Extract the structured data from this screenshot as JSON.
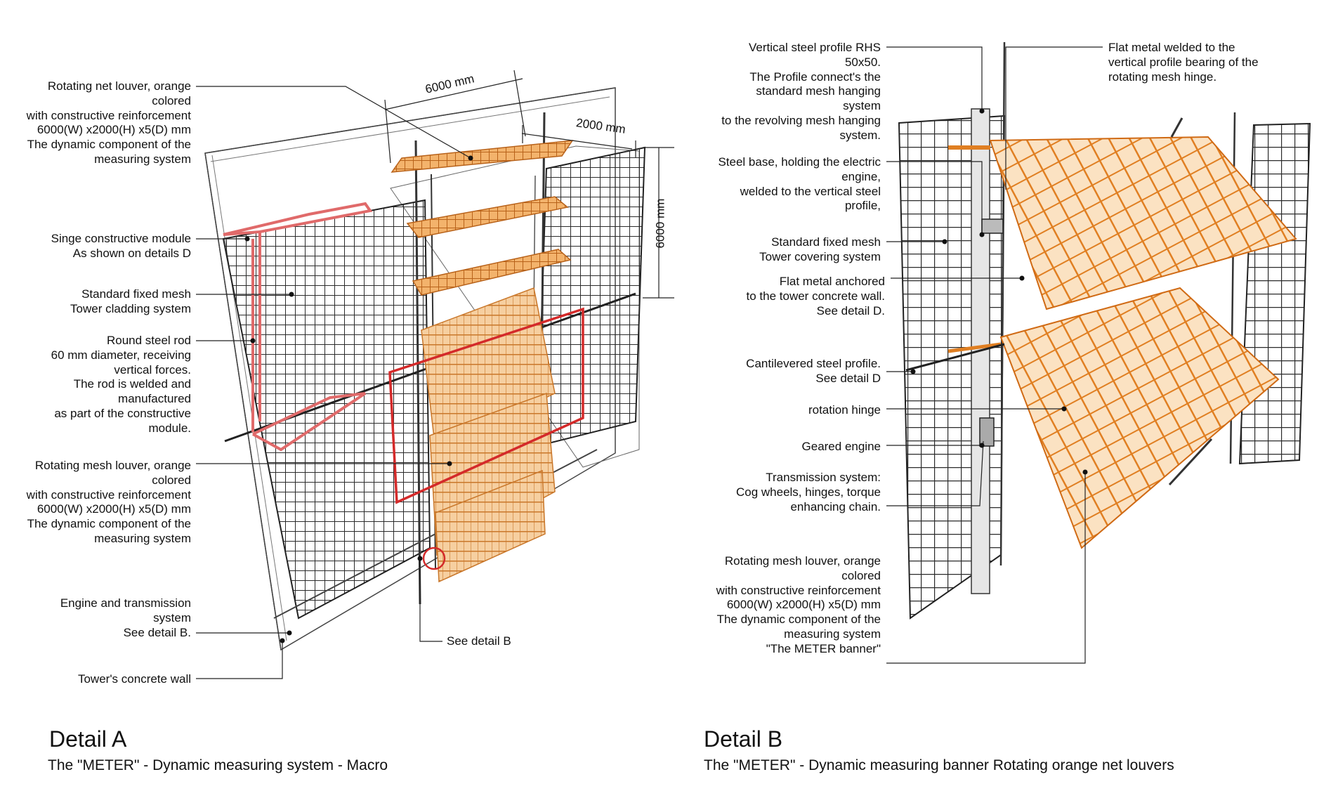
{
  "colors": {
    "orange": "#e58a2a",
    "orange_dark": "#b8621a",
    "red": "#d42a2a",
    "mesh": "#2b2b2b"
  },
  "detail_a": {
    "title": "Detail A",
    "subtitle": "The \"METER\" - Dynamic measuring system - Macro",
    "dims": {
      "width_top": "6000 mm",
      "depth": "2000 mm",
      "height": "6000 mm"
    },
    "labels": {
      "net_louver": "Rotating net louver, orange\ncolored\nwith constructive reinforcement\n6000(W) x2000(H) x5(D) mm\nThe dynamic component of the\nmeasuring system",
      "module": "Singe constructive module\nAs shown on details D",
      "fixed_mesh": "Standard fixed mesh\nTower cladding system",
      "steel_rod": "Round steel rod\n60 mm diameter, receiving\nvertical forces.\nThe rod is welded and\nmanufactured\nas part of the constructive\nmodule.",
      "mesh_louver": "Rotating mesh louver, orange\ncolored\nwith constructive reinforcement\n6000(W) x2000(H) x5(D) mm\nThe dynamic component of the\nmeasuring system",
      "engine": "Engine and transmission\nsystem\nSee detail B.",
      "wall": "Tower's concrete wall",
      "see_b": "See detail B"
    }
  },
  "detail_b": {
    "title": "Detail B",
    "subtitle": "The \"METER\" - Dynamic measuring banner Rotating orange net louvers",
    "labels": {
      "rhs": "Vertical steel profile RHS\n50x50.\nThe Profile connect's  the\nstandard mesh hanging\nsystem\nto the revolving mesh hanging\nsystem.",
      "flat_welded": "Flat metal welded to the\nvertical profile bearing  of the\nrotating mesh hinge.",
      "steel_base": "Steel base, holding the electric\nengine,\nwelded to the vertical steel\nprofile,",
      "fixed_mesh": "Standard fixed mesh\nTower covering system",
      "flat_anchored": "Flat metal anchored\nto the tower concrete wall.\nSee detail D.",
      "cantilever": "Cantilevered steel profile.\nSee detail D",
      "hinge": "rotation hinge",
      "engine": "Geared engine",
      "transmission": "Transmission system:\nCog wheels, hinges, torque\nenhancing chain.",
      "louver": "Rotating mesh louver, orange\ncolored\nwith constructive reinforcement\n6000(W) x2000(H) x5(D) mm\nThe dynamic component of the\nmeasuring system\n\"The METER banner\""
    }
  }
}
